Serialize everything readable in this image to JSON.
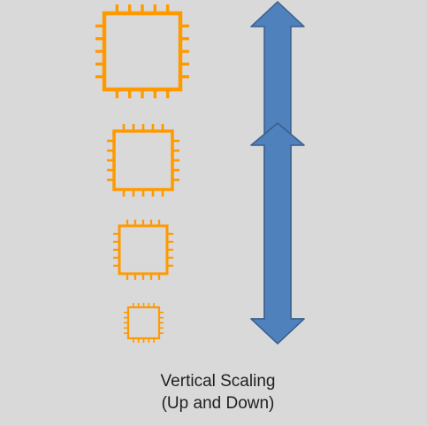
{
  "caption": {
    "line1": "Vertical Scaling",
    "line2": "(Up and Down)"
  },
  "colors": {
    "background": "#d9d9d9",
    "chip": "#ff9900",
    "arrow_fill": "#4f81bd",
    "arrow_stroke": "#3a5f8c"
  },
  "icons": {
    "chip": "cpu-chip-icon",
    "arrow": "double-headed-vertical-arrow-icon"
  },
  "chips": [
    {
      "name": "chip-large",
      "label": ""
    },
    {
      "name": "chip-medium",
      "label": ""
    },
    {
      "name": "chip-small",
      "label": ""
    },
    {
      "name": "chip-tiny",
      "label": ""
    }
  ]
}
